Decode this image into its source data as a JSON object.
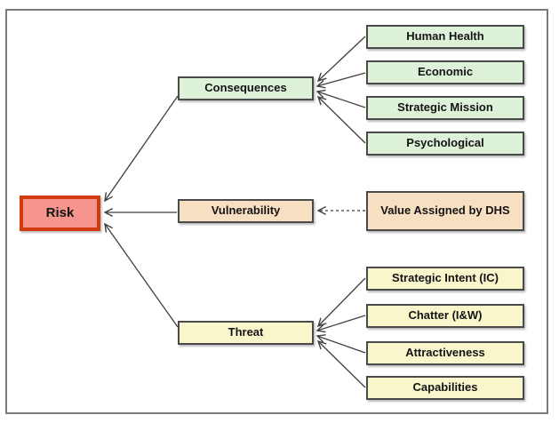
{
  "diagram": {
    "nodes": {
      "risk": {
        "label": "Risk"
      },
      "consequences": {
        "label": "Consequences"
      },
      "vulnerability": {
        "label": "Vulnerability"
      },
      "threat": {
        "label": "Threat"
      },
      "human_health": {
        "label": "Human Health"
      },
      "economic": {
        "label": "Economic"
      },
      "strategic_mission": {
        "label": "Strategic Mission"
      },
      "psychological": {
        "label": "Psychological"
      },
      "value_dhs": {
        "label": "Value Assigned by DHS"
      },
      "strategic_intent": {
        "label": "Strategic Intent (IC)"
      },
      "chatter": {
        "label": "Chatter (I&W)"
      },
      "attractiveness": {
        "label": "Attractiveness"
      },
      "capabilities": {
        "label": "Capabilities"
      }
    },
    "edges": [
      {
        "from": "consequences",
        "to": "risk",
        "style": "solid"
      },
      {
        "from": "vulnerability",
        "to": "risk",
        "style": "solid"
      },
      {
        "from": "threat",
        "to": "risk",
        "style": "solid"
      },
      {
        "from": "human_health",
        "to": "consequences",
        "style": "solid"
      },
      {
        "from": "economic",
        "to": "consequences",
        "style": "solid"
      },
      {
        "from": "strategic_mission",
        "to": "consequences",
        "style": "solid"
      },
      {
        "from": "psychological",
        "to": "consequences",
        "style": "solid"
      },
      {
        "from": "value_dhs",
        "to": "vulnerability",
        "style": "dashed"
      },
      {
        "from": "strategic_intent",
        "to": "threat",
        "style": "solid"
      },
      {
        "from": "chatter",
        "to": "threat",
        "style": "solid"
      },
      {
        "from": "attractiveness",
        "to": "threat",
        "style": "solid"
      },
      {
        "from": "capabilities",
        "to": "threat",
        "style": "solid"
      }
    ],
    "colors": {
      "risk_fill": "#f5958e",
      "risk_border": "#d23a10",
      "consequence_fill": "#ddf2d8",
      "vulnerability_fill": "#f7dfc1",
      "threat_fill": "#faf6cc",
      "box_border": "#4a4a4a",
      "arrow": "#3f3f3f",
      "frame_border": "#7a7a7a"
    }
  }
}
